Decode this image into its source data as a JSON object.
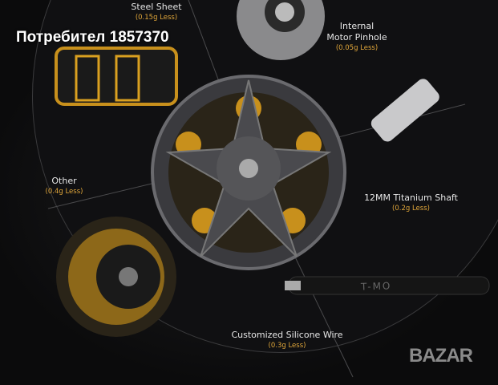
{
  "watermark": "Потребител 1857370",
  "logo": "BAZAR",
  "labels": {
    "steel": {
      "title": "Steel Sheet",
      "sub": "(0.15g Less)"
    },
    "pinhole": {
      "title": "Internal\nMotor Pinhole",
      "sub": "(0.05g Less)"
    },
    "other": {
      "title": "Other",
      "sub": "(0.4g Less)"
    },
    "shaft": {
      "title": "12MM Titanium Shaft",
      "sub": "(0.2g Less)"
    },
    "wire": {
      "title": "Customized Silicone Wire",
      "sub": "(0.3g Less)"
    }
  },
  "wire_print": "T-MO",
  "colors": {
    "accent": "#e0a63a",
    "copper": "#c8901c",
    "metal": "#5a5a5e"
  }
}
